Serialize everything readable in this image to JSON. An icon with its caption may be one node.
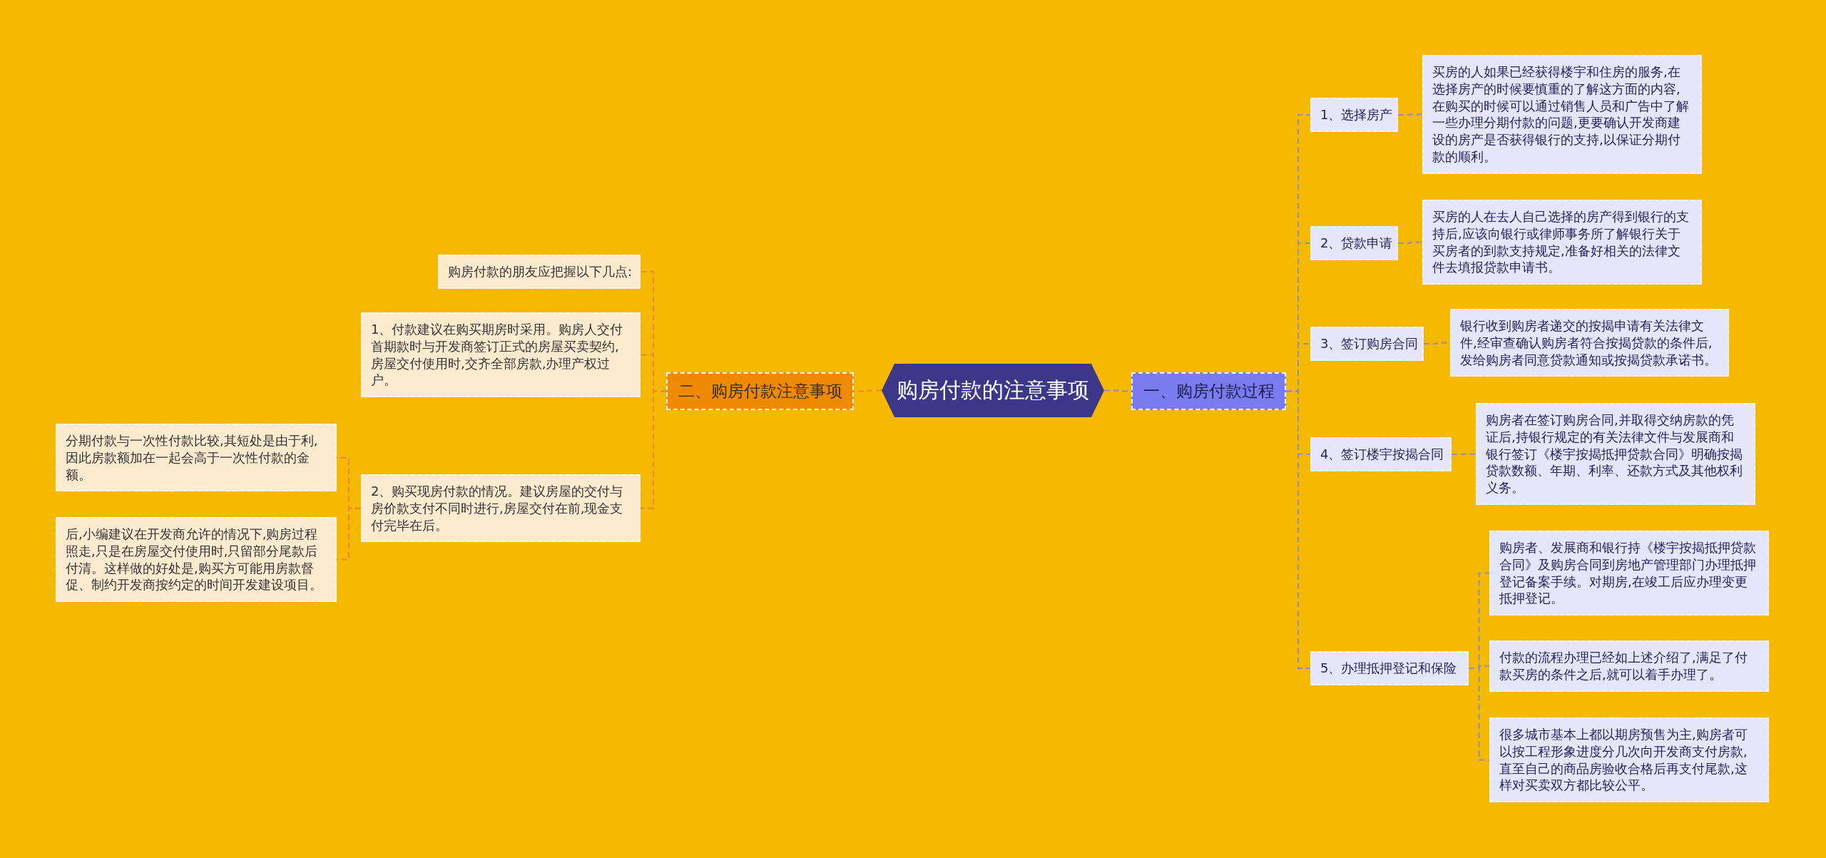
{
  "diagram": {
    "nodes": [
      {
        "text": [
          "购房付款的注意事项"
        ]
      },
      {
        "text": [
          "一、购房付款过程"
        ]
      },
      {
        "text": [
          "二、购房付款注意事项"
        ]
      },
      {
        "text": [
          "1、选择房产"
        ]
      },
      {
        "text": [
          "买房的人如果已经获得楼宇和住房的服务,在选择房产的时候要慎重的了解这方面的内容,在购买的时候可以通过销售人员和广告中了解一些办理分期付款的问题,更要确认开发商建设的房产是否获得银行的支持,以保证分期付款的顺利。"
        ]
      },
      {
        "text": [
          "2、贷款申请"
        ]
      },
      {
        "text": [
          "买房的人在去人自己选择的房产得到银行的支持后,应该向银行或律师事务所了解银行关于买房者的到款支持规定,准备好相关的法律文件去填报贷款申请书。"
        ]
      },
      {
        "text": [
          "3、签订购房合同"
        ]
      },
      {
        "text": [
          "银行收到购房者递交的按揭申请有关法律文件,经审查确认购房者符合按揭贷款的条件后,发给购房者同意贷款通知或按揭贷款承诺书。"
        ]
      },
      {
        "text": [
          "4、签订楼宇按揭合同"
        ]
      },
      {
        "text": [
          "购房者在签订购房合同,并取得交纳房款的凭证后,持银行规定的有关法律文件与发展商和银行签订《楼宇按揭抵押贷款合同》明确按揭贷款数额、年期、利率、还款方式及其他权利义务。"
        ]
      },
      {
        "text": [
          "5、办理抵押登记和保险"
        ]
      },
      {
        "text": [
          "购房者、发展商和银行持《楼宇按揭抵押贷款合同》及购房合同到房地产管理部门办理抵押登记备案手续。对期房,在竣工后应办理变更抵押登记。"
        ]
      },
      {
        "text": [
          "付款的流程办理已经如上述介绍了,满足了付款买房的条件之后,就可以着手办理了。"
        ]
      },
      {
        "text": [
          "很多城市基本上都以期房预售为主,购房者可以按工程形象进度分几次向开发商支付房款,直至自己的商品房验收合格后再支付尾款,这样对买卖双方都比较公平。"
        ]
      },
      {
        "text": [
          "购房付款的朋友应把握以下几点:"
        ]
      },
      {
        "text": [
          "1、付款建议在购买期房时采用。购房人交付首期款时与开发商签订正式的房屋买卖契约,房屋交付使用时,交齐全部房款,办理产权过户。"
        ]
      },
      {
        "text": [
          "2、购买现房付款的情况。建议房屋的交付与房价款支付不同时进行,房屋交付在前,现金支付完毕在后。"
        ]
      },
      {
        "text": [
          "分期付款与一次性付款比较,其短处是由于利,因此房款额加在一起会高于一次性付款的金额。"
        ]
      },
      {
        "text": [
          "后,小编建议在开发商允许的情况下,购房过程照走,只是在房屋交付使用时,只留部分尾款后付清。这样做的好处是,购买方可能用房款督促、制约开发商按约定的时间开发建设项目。"
        ]
      }
    ],
    "edges": [
      {
        "from": 0,
        "to": 1,
        "arrow": "none"
      },
      {
        "from": 0,
        "to": 2,
        "arrow": "none",
        "color": "#e8873a"
      },
      {
        "from": 1,
        "to": 3,
        "arrow": "none"
      },
      {
        "from": 1,
        "to": 5,
        "arrow": "none"
      },
      {
        "from": 1,
        "to": 7,
        "arrow": "none"
      },
      {
        "from": 1,
        "to": 9,
        "arrow": "none"
      },
      {
        "from": 1,
        "to": 11,
        "arrow": "none"
      },
      {
        "from": 3,
        "to": 4,
        "arrow": "none"
      },
      {
        "from": 5,
        "to": 6,
        "arrow": "none"
      },
      {
        "from": 7,
        "to": 8,
        "arrow": "none"
      },
      {
        "from": 9,
        "to": 10,
        "arrow": "none"
      },
      {
        "from": 11,
        "to": 12,
        "arrow": "none"
      },
      {
        "from": 11,
        "to": 13,
        "arrow": "none"
      },
      {
        "from": 11,
        "to": 14,
        "arrow": "none"
      },
      {
        "from": 2,
        "to": 15,
        "arrow": "none",
        "color": "#e8873a"
      },
      {
        "from": 2,
        "to": 16,
        "arrow": "none",
        "color": "#e8873a"
      },
      {
        "from": 2,
        "to": 17,
        "arrow": "none",
        "color": "#e8873a"
      },
      {
        "from": 17,
        "to": 18,
        "arrow": "none",
        "color": "#e8873a"
      },
      {
        "from": 17,
        "to": 19,
        "arrow": "none",
        "color": "#e8873a"
      }
    ]
  }
}
